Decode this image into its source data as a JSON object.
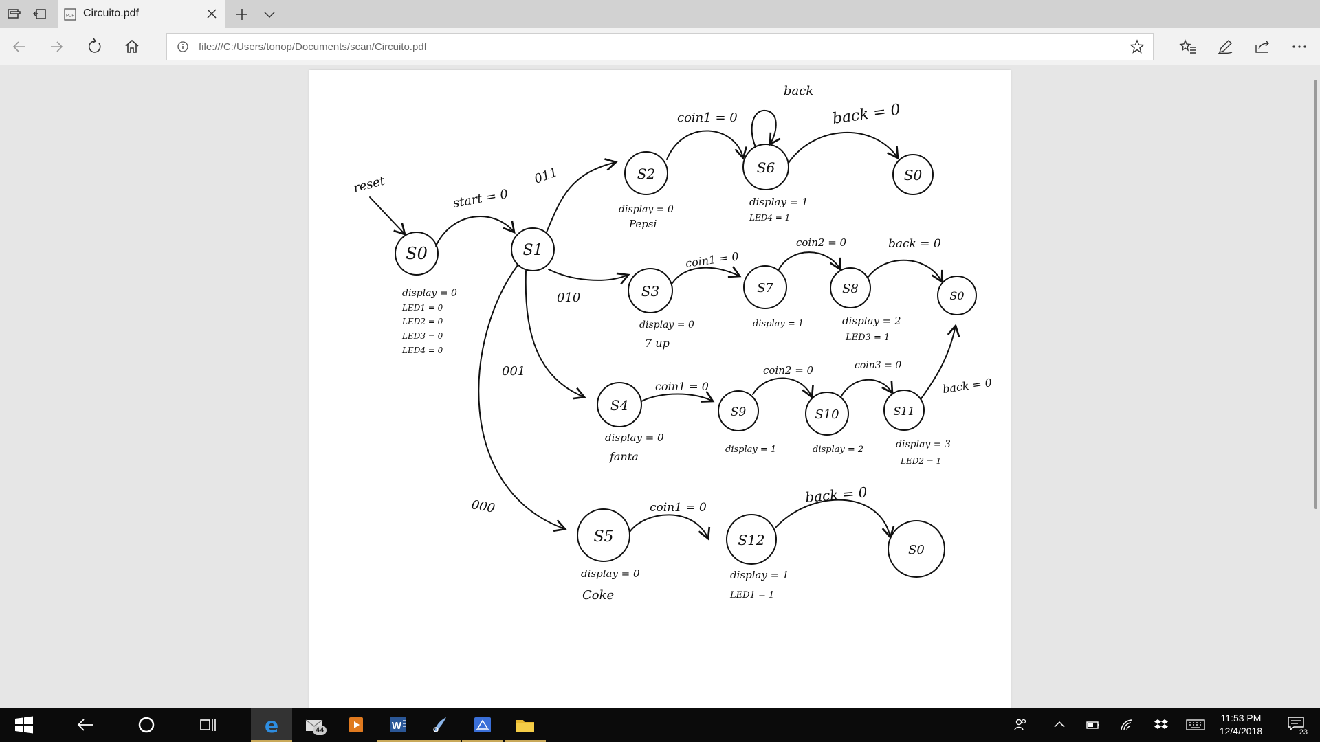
{
  "browser": {
    "tab_title": "Circuito.pdf",
    "url": "file:///C:/Users/tonop/Documents/scan/Circuito.pdf"
  },
  "diagram": {
    "states": {
      "s0_main": "S0",
      "s1": "S1",
      "s2": "S2",
      "s3": "S3",
      "s4": "S4",
      "s5": "S5",
      "s6": "S6",
      "s7": "S7",
      "s8": "S8",
      "s9": "S9",
      "s10": "S10",
      "s11": "S11",
      "s12": "S12",
      "s0_a": "S0",
      "s0_b": "S0",
      "s0_c": "S0"
    },
    "transitions": {
      "reset": "reset",
      "start": "start = 0",
      "t011": "011",
      "t010": "010",
      "t001": "001",
      "t000": "000",
      "s2_s6": "coin1 = 0",
      "s6_self": "back",
      "s6_s0": "back = 0",
      "s3_s7": "coin1 = 0",
      "s7_s8": "coin2 = 0",
      "s8_s0": "back = 0",
      "s4_s9": "coin1 = 0",
      "s9_s10": "coin2 = 0",
      "s10_s11": "coin3 = 0",
      "s11_s0": "back = 0",
      "s5_s12": "coin1 = 0",
      "s12_s0": "back = 0"
    },
    "outputs": {
      "s0": [
        "display = 0",
        "LED1 = 0",
        "LED2 = 0",
        "LED3 = 0",
        "LED4 = 0"
      ],
      "s2": [
        "display = 0",
        "Pepsi"
      ],
      "s6": [
        "display = 1",
        "LED4 = 1"
      ],
      "s3": [
        "display = 0",
        "7 up"
      ],
      "s7": [
        "display = 1"
      ],
      "s8": [
        "display = 2",
        "LED3 = 1"
      ],
      "s4": [
        "display = 0",
        "fanta"
      ],
      "s9": [
        "display = 1"
      ],
      "s10": [
        "display = 2"
      ],
      "s11": [
        "display = 3",
        "LED2 = 1"
      ],
      "s5": [
        "display = 0",
        "Coke"
      ],
      "s12": [
        "display = 1",
        "LED1 = 1"
      ]
    }
  },
  "taskbar": {
    "mail_badge": "44",
    "time": "11:53 PM",
    "date": "12/4/2018",
    "notif_count": "23"
  }
}
